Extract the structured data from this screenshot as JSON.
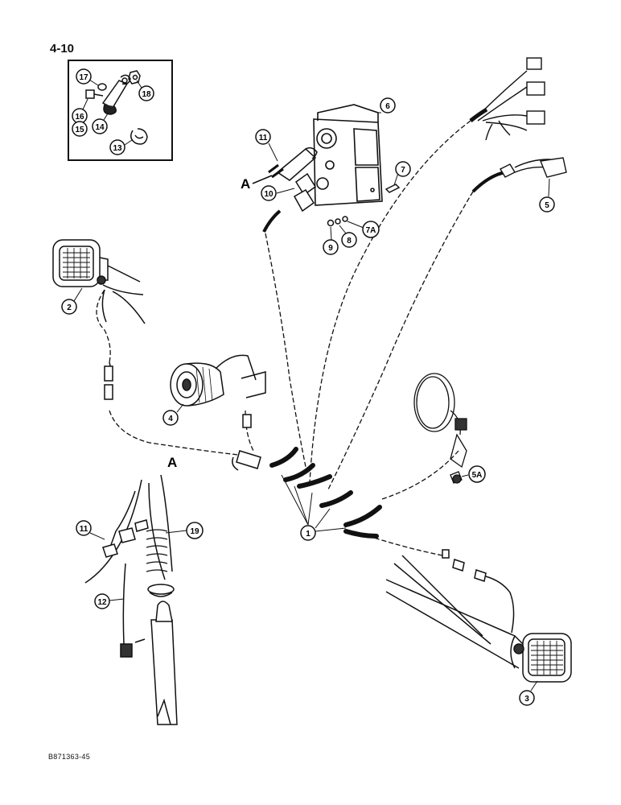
{
  "page": {
    "number": "4-10",
    "drawing_id": "B871363-45"
  },
  "callouts": {
    "c1": "1",
    "c2": "2",
    "c3": "3",
    "c4": "4",
    "c5": "5",
    "c5a": "5A",
    "c6": "6",
    "c7": "7",
    "c7a": "7A",
    "c8": "8",
    "c9": "9",
    "c10": "10",
    "c11_top": "11",
    "c11_left": "11",
    "c12": "12",
    "c13": "13",
    "c14": "14",
    "c15": "15",
    "c16": "16",
    "c17": "17",
    "c18": "18",
    "c19": "19"
  },
  "connection_marks": {
    "top": "A",
    "bottom": "A"
  }
}
